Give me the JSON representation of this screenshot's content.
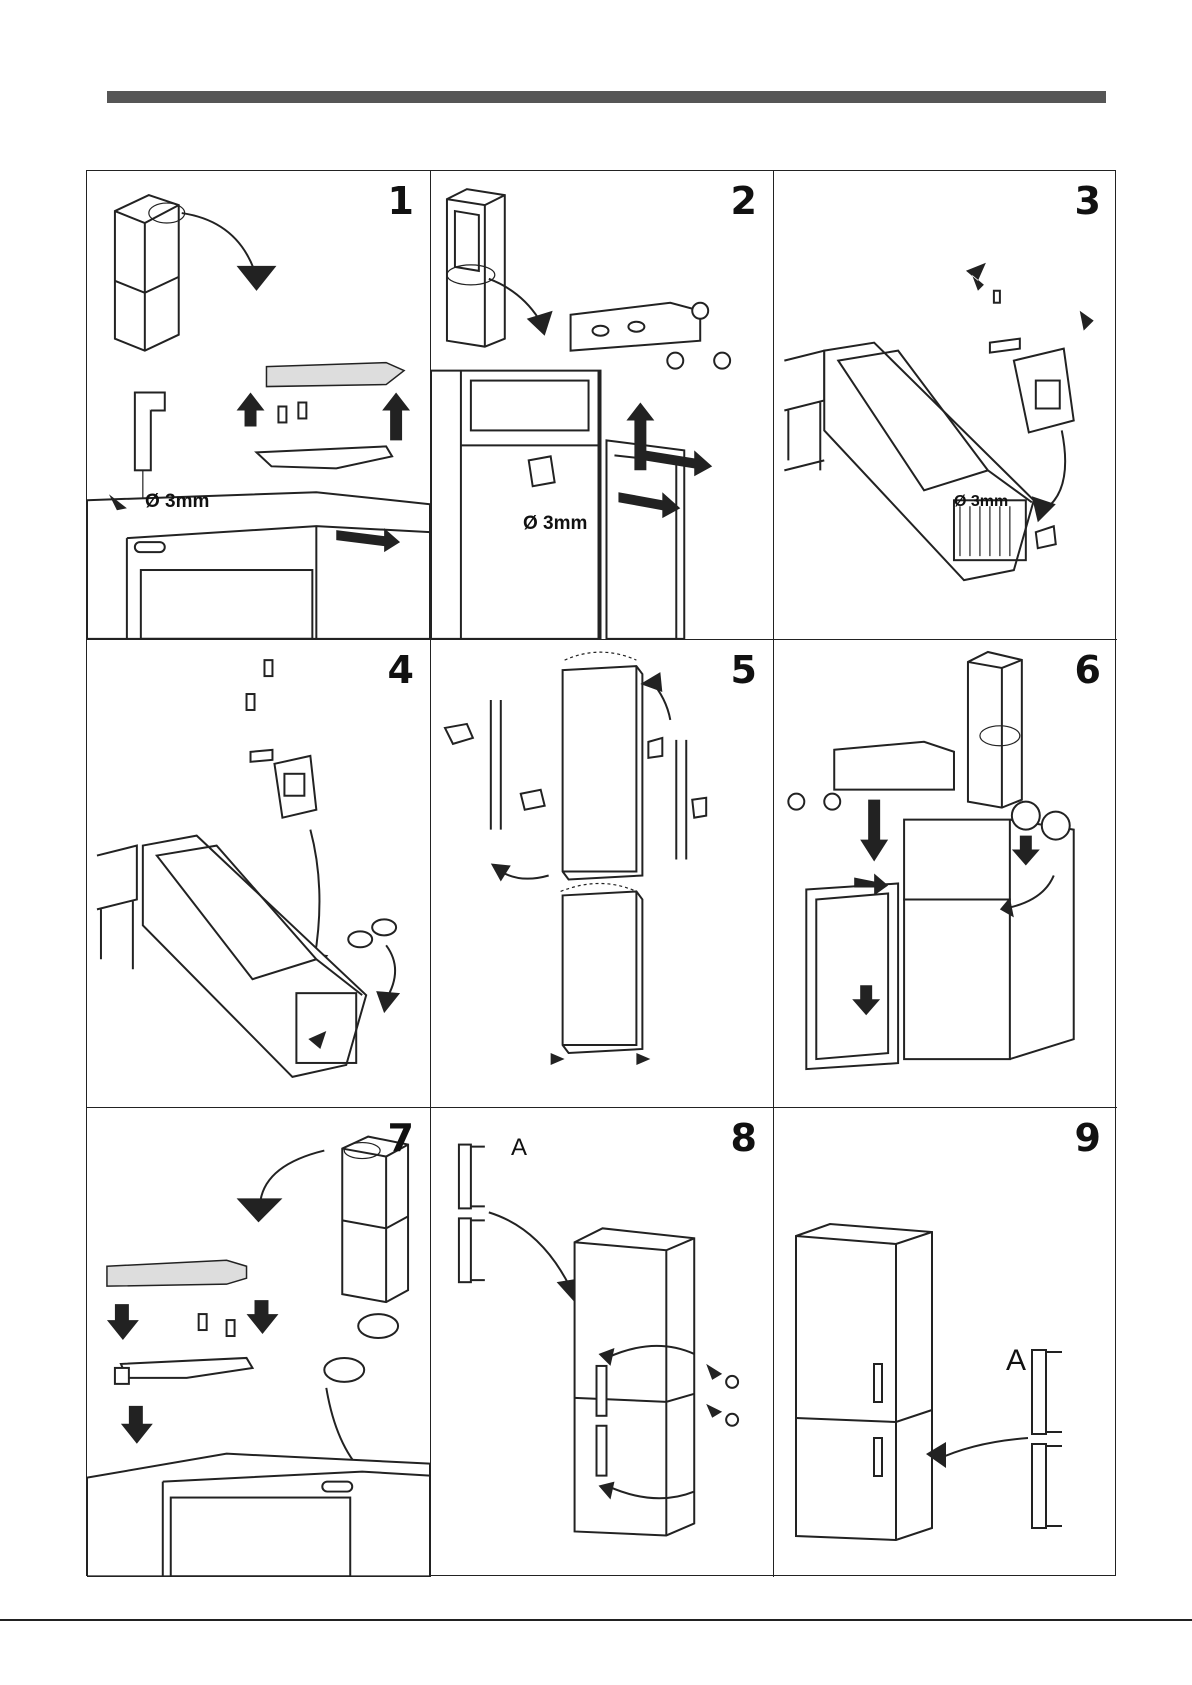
{
  "steps": [
    {
      "number": "1",
      "label": "Ø 3mm"
    },
    {
      "number": "2",
      "label": "Ø 3mm"
    },
    {
      "number": "3",
      "label": "Ø 3mm"
    },
    {
      "number": "4"
    },
    {
      "number": "5"
    },
    {
      "number": "6"
    },
    {
      "number": "7"
    },
    {
      "number": "8",
      "label": "A"
    },
    {
      "number": "9",
      "label": "A"
    }
  ]
}
